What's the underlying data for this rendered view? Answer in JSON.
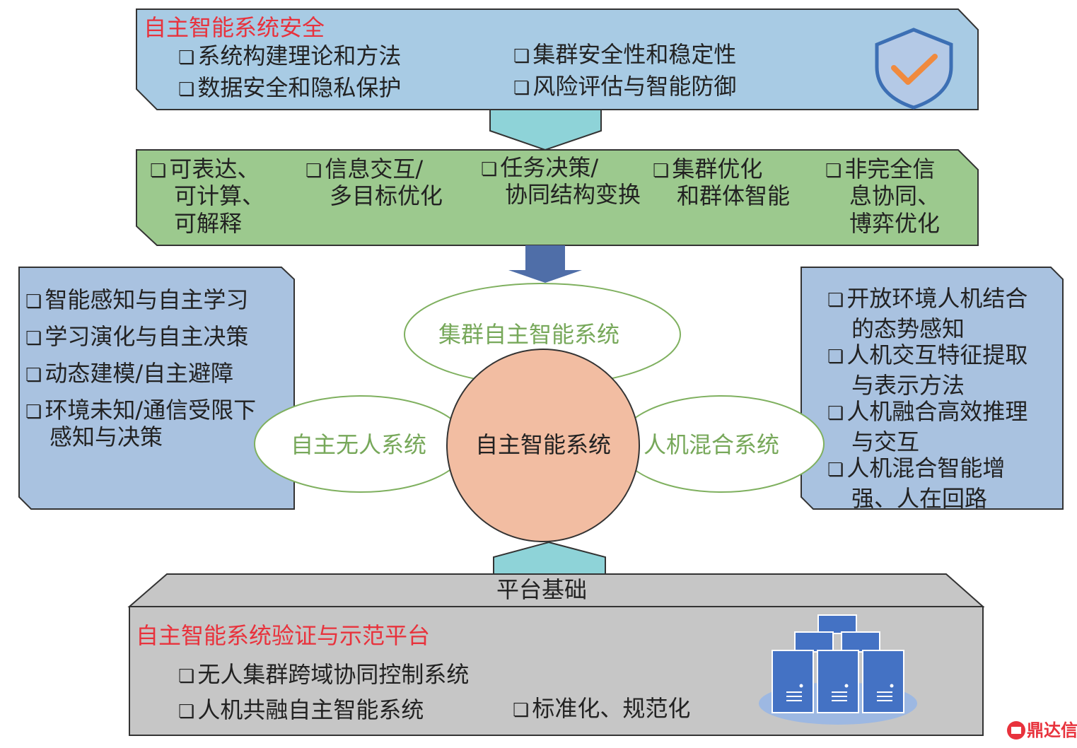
{
  "top_panel": {
    "title": "自主智能系统安全",
    "items": [
      "系统构建理论和方法",
      "集群安全性和稳定性",
      "数据安全和隐私保护",
      "风险评估与智能防御"
    ],
    "icon": "shield-check-icon"
  },
  "middle_panel": {
    "items": [
      [
        "可表达、",
        "可计算、",
        "可解释"
      ],
      [
        "信息交互/",
        "多目标优化"
      ],
      [
        "任务决策/",
        "协同结构变换"
      ],
      [
        "集群优化",
        "和群体智能"
      ],
      [
        "非完全信",
        "息协同、",
        "博弈优化"
      ]
    ]
  },
  "left_panel": {
    "items": [
      [
        "智能感知与自主学习"
      ],
      [
        "学习演化与自主决策"
      ],
      [
        "动态建模/自主避障"
      ],
      [
        "环境未知/通信受限下",
        "感知与决策"
      ]
    ]
  },
  "right_panel": {
    "items": [
      [
        "开放环境人机结合",
        "的态势感知"
      ],
      [
        "人机交互特征提取",
        "与表示方法"
      ],
      [
        "人机融合高效推理",
        "与交互"
      ],
      [
        "人机混合智能增",
        "强、人在回路"
      ]
    ]
  },
  "center": {
    "core": "自主智能系统",
    "top_ellipse": "集群自主智能系统",
    "left_ellipse": "自主无人系统",
    "right_ellipse": "人机混合系统"
  },
  "bottom_panel": {
    "header": "平台基础",
    "title": "自主智能系统验证与示范平台",
    "items": [
      "无人集群跨域协同控制系统",
      "人机共融自主智能系统",
      "标准化、规范化"
    ],
    "icon": "server-cluster-icon"
  },
  "watermark": "鼎达信",
  "colors": {
    "top_fill": "#a8cbe4",
    "middle_fill": "#9cc98e",
    "side_fill": "#a9c2e0",
    "bottom_fill": "#c6c6c6",
    "core_fill": "#f2bda2",
    "ellipse_stroke": "#7fb05f",
    "connector_fill": "#8ed3d8",
    "arrow_fill": "#4f6ea8",
    "title_red": "#e8323c",
    "label_green": "#77a85a"
  }
}
